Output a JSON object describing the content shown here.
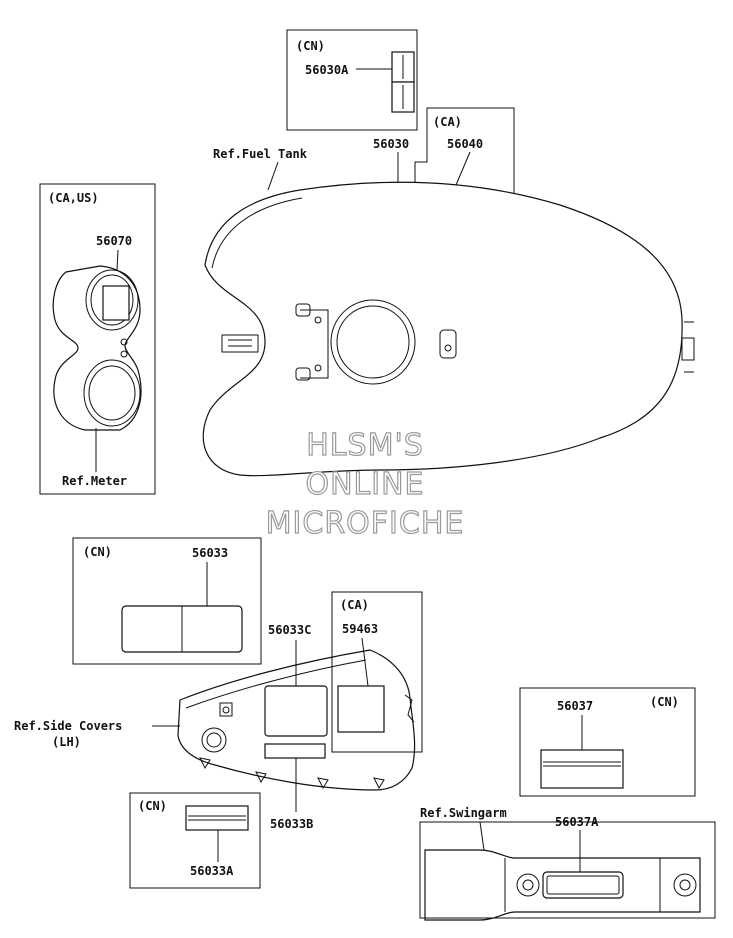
{
  "labels": {
    "cn": "(CN)",
    "ca": "(CA)",
    "ca_us": "(CA,US)",
    "p56030a": "56030A",
    "p56030": "56030",
    "p56040": "56040",
    "p56070": "56070",
    "ref_fuel_tank": "Ref.Fuel Tank",
    "ref_meter": "Ref.Meter",
    "p56033": "56033",
    "p56033c": "56033C",
    "p59463": "59463",
    "ref_side_covers": "Ref.Side Covers",
    "lh": "(LH)",
    "p56033b": "56033B",
    "p56033a": "56033A",
    "p56037": "56037",
    "ref_swingarm": "Ref.Swingarm",
    "p56037a": "56037A"
  },
  "watermark": {
    "line1": "HLSM'S",
    "line2": "ONLINE",
    "line3": "MICROFICHE"
  }
}
